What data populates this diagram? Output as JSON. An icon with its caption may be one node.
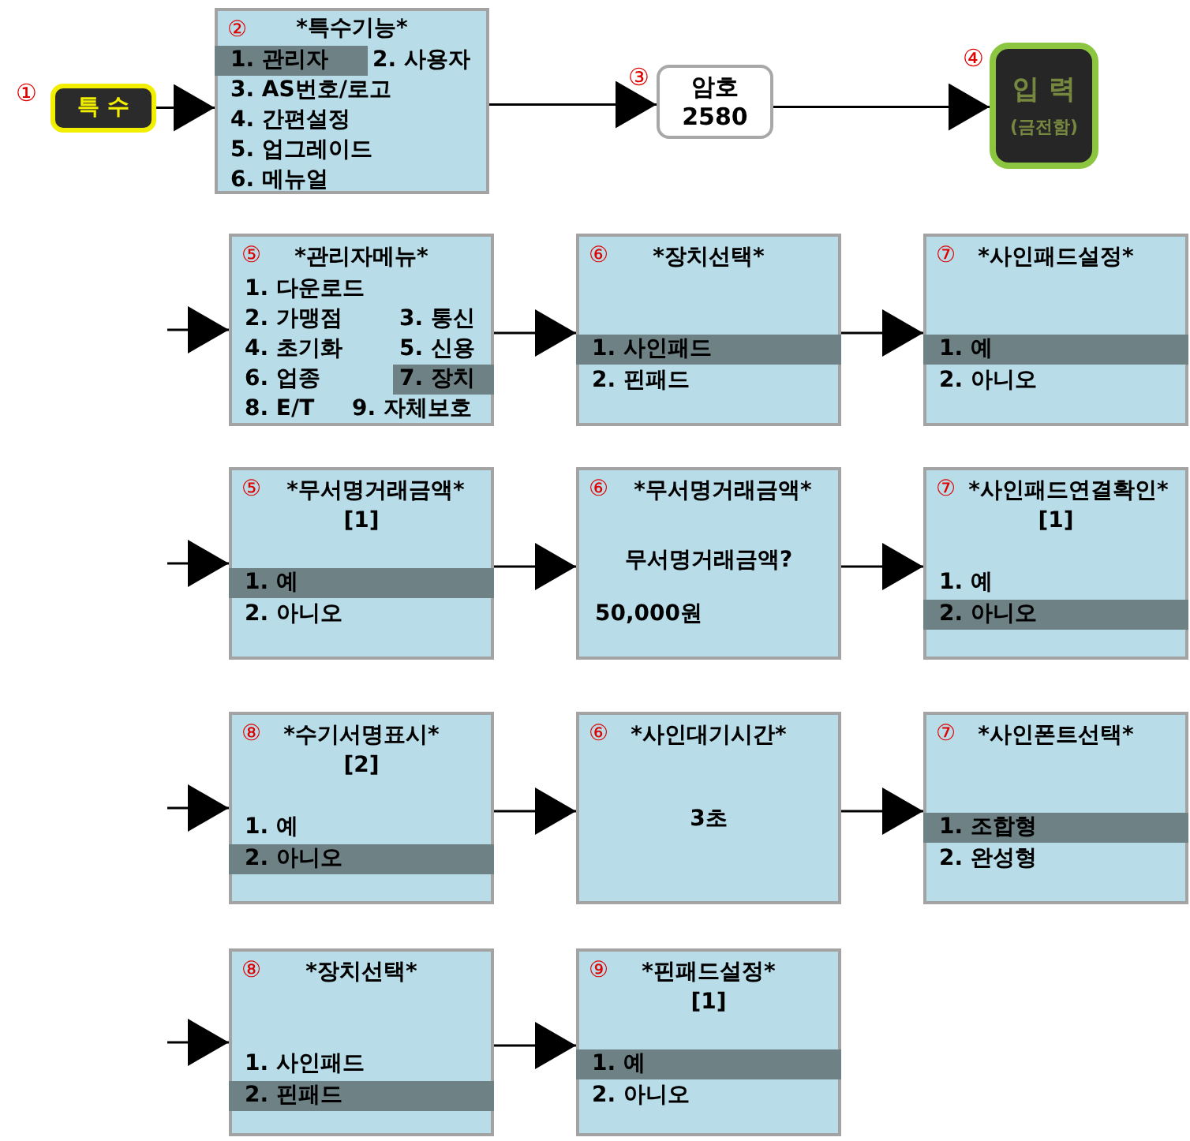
{
  "diagram": {
    "nodes": [
      {
        "text": [
          "특 수"
        ],
        "beside": [
          "①"
        ]
      },
      {
        "text": [
          "②",
          "*특수기능*",
          "1. 관리자",
          "2. 사용자",
          "3. AS번호/로고",
          "4. 간편설정",
          "5. 업그레이드",
          "6. 메뉴얼"
        ]
      },
      {
        "text": [
          "암호",
          "2580"
        ],
        "beside": [
          "③"
        ]
      },
      {
        "text": [
          "입 력",
          "(금전함)"
        ],
        "beside": [
          "④"
        ]
      },
      {
        "text": [
          "⑤",
          "*관리자메뉴*",
          "1. 다운로드",
          "2. 가맹점",
          "3. 통신",
          "4. 초기화",
          "5. 신용",
          "6. 업종",
          "7. 장치",
          "8. E/T",
          "9. 자체보호"
        ]
      },
      {
        "text": [
          "⑥",
          "*장치선택*",
          "1. 사인패드",
          "2. 핀패드"
        ]
      },
      {
        "text": [
          "⑦",
          "*사인패드설정*",
          "1. 예",
          "2. 아니오"
        ]
      },
      {
        "text": [
          "⑤",
          "*무서명거래금액*",
          "[1]",
          "1. 예",
          "2. 아니오"
        ]
      },
      {
        "text": [
          "⑥",
          "*무서명거래금액*",
          "무서명거래금액?",
          "50,000원"
        ]
      },
      {
        "text": [
          "⑦",
          "*사인패드연결확인*",
          "[1]",
          "1. 예",
          "2. 아니오"
        ]
      },
      {
        "text": [
          "⑧",
          "*수기서명표시*",
          "[2]",
          "1. 예",
          "2. 아니오"
        ]
      },
      {
        "text": [
          "⑥",
          "*사인대기시간*",
          "3초"
        ]
      },
      {
        "text": [
          "⑦",
          "*사인폰트선택*",
          "1. 조합형",
          "2. 완성형"
        ]
      },
      {
        "text": [
          "⑧",
          "*장치선택*",
          "1. 사인패드",
          "2. 핀패드"
        ]
      },
      {
        "text": [
          "⑨",
          "*핀패드설정*",
          "[1]",
          "1. 예",
          "2. 아니오"
        ]
      }
    ],
    "edges": [
      {
        "from": 0,
        "to": 1,
        "arrow": "to"
      },
      {
        "from": 1,
        "to": 2,
        "arrow": "to"
      },
      {
        "from": 2,
        "to": 3,
        "arrow": "to"
      },
      {
        "from": null,
        "to": 4,
        "arrow": "to"
      },
      {
        "from": 4,
        "to": 5,
        "arrow": "to"
      },
      {
        "from": 5,
        "to": 6,
        "arrow": "to"
      },
      {
        "from": null,
        "to": 7,
        "arrow": "to"
      },
      {
        "from": 7,
        "to": 8,
        "arrow": "to"
      },
      {
        "from": 8,
        "to": 9,
        "arrow": "to"
      },
      {
        "from": null,
        "to": 10,
        "arrow": "to"
      },
      {
        "from": 10,
        "to": 11,
        "arrow": "to"
      },
      {
        "from": 11,
        "to": 12,
        "arrow": "to"
      },
      {
        "from": null,
        "to": 13,
        "arrow": "to"
      },
      {
        "from": 13,
        "to": 14,
        "arrow": "to"
      }
    ]
  }
}
